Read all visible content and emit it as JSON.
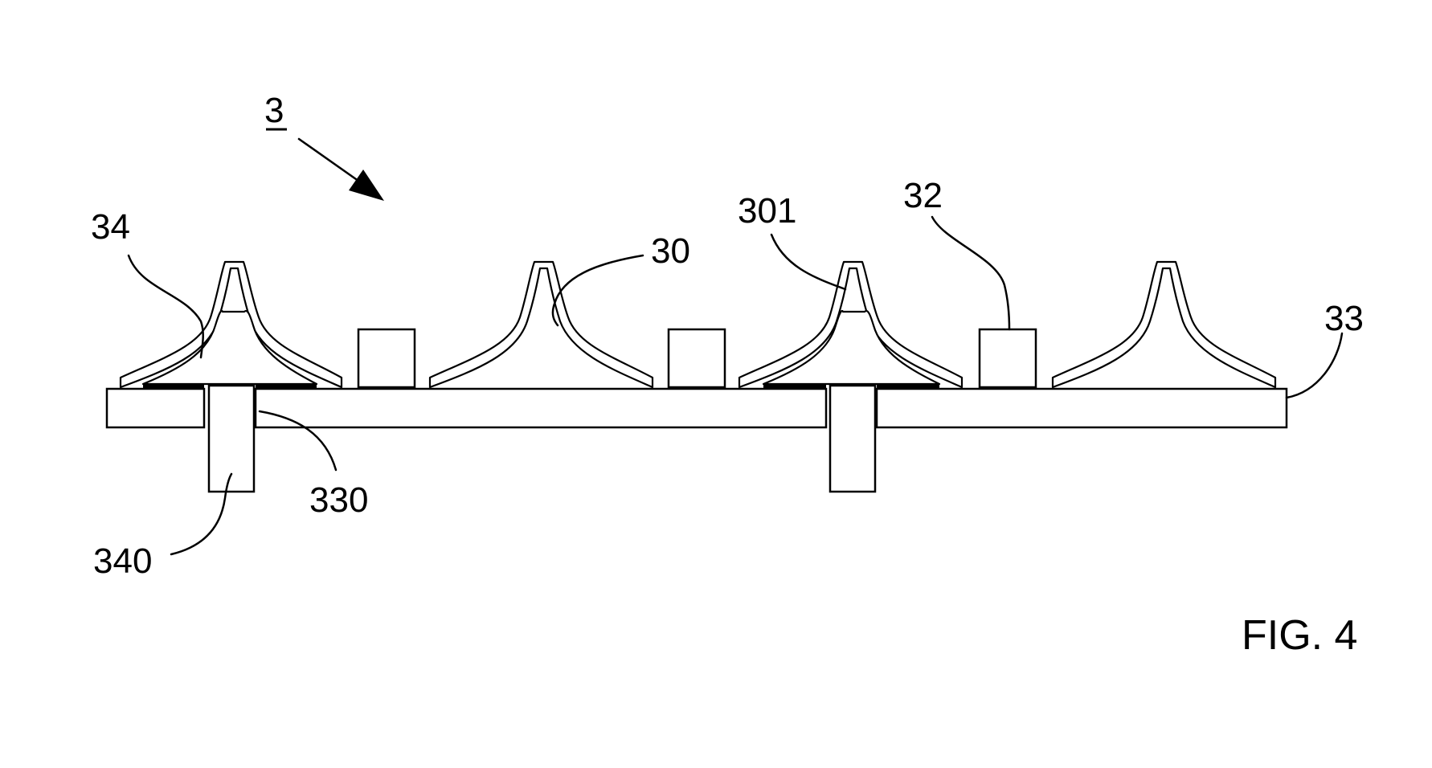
{
  "figure": {
    "caption": "FIG. 4",
    "assembly_ref": "3",
    "labels": {
      "l34": "34",
      "l30": "30",
      "l301": "301",
      "l32": "32",
      "l33": "33",
      "l330": "330",
      "l340": "340"
    }
  },
  "colors": {
    "ink": "#000000",
    "paper": "#ffffff"
  }
}
